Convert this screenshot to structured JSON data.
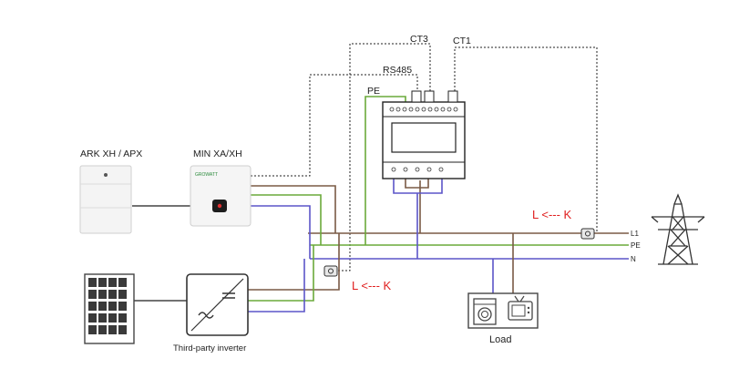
{
  "labels": {
    "battery": "ARK XH / APX",
    "inverter": "MIN XA/XH",
    "third_party_inverter": "Third-party inverter",
    "load": "Load",
    "ct3": "CT3",
    "ct1": "CT1",
    "rs485": "RS485",
    "pe_meter": "PE",
    "line_l1": "L1",
    "line_pe": "PE",
    "line_n": "N",
    "ct_direction_grid": "L <--- K",
    "ct_direction_load": "L <--- K",
    "brand": "GROWATT"
  },
  "colors": {
    "live": "#7a5a45",
    "earth": "#6aaa3a",
    "neutral": "#5b55c8",
    "signal": "#222222",
    "annotation": "#e02020",
    "device_fill": "#f4f4f4",
    "device_stroke": "#c8c8c8"
  },
  "icons": {
    "solar_panel": "solar-panel-icon",
    "pylon": "transmission-tower-icon",
    "washing_machine": "washing-machine-icon",
    "tv": "tv-icon",
    "meter": "energy-meter-icon"
  }
}
